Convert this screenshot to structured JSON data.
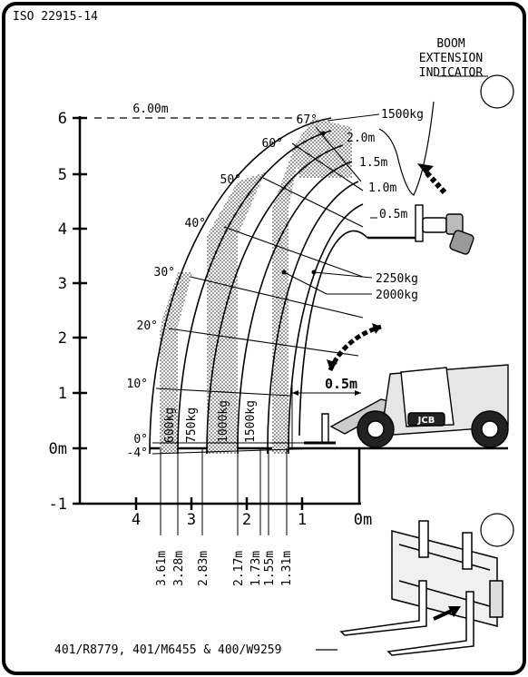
{
  "header": {
    "standard": "ISO 22915-14"
  },
  "indicator": {
    "line1": "BOOM",
    "line2": "EXTENSION",
    "line3": "INDICATOR"
  },
  "axes": {
    "y_ticks": [
      "6",
      "5",
      "4",
      "3",
      "2",
      "1",
      "0m",
      "-1"
    ],
    "x_ticks": [
      "4",
      "3",
      "2",
      "1",
      "0m"
    ]
  },
  "max_reach_label": "6.00m",
  "angles": [
    "67°",
    "60°",
    "50°",
    "40°",
    "30°",
    "20°",
    "10°",
    "0°",
    "-4°"
  ],
  "extension_marks": [
    "2.0m",
    "1.5m",
    "1.0m",
    "0.5m"
  ],
  "loads": {
    "top": "1500kg",
    "inner1": "2250kg",
    "inner2": "2000kg",
    "z600": "600kg",
    "z750": "750kg",
    "z1000": "1000kg",
    "z1500": "1500kg"
  },
  "distances": [
    "3.61m",
    "3.28m",
    "2.83m",
    "2.17m",
    "1.73m",
    "1.55m",
    "1.31m"
  ],
  "fork_extension": "0.5m",
  "machine_brand": "JCB",
  "part_numbers": "401/R8779, 401/M6455 & 400/W9259"
}
